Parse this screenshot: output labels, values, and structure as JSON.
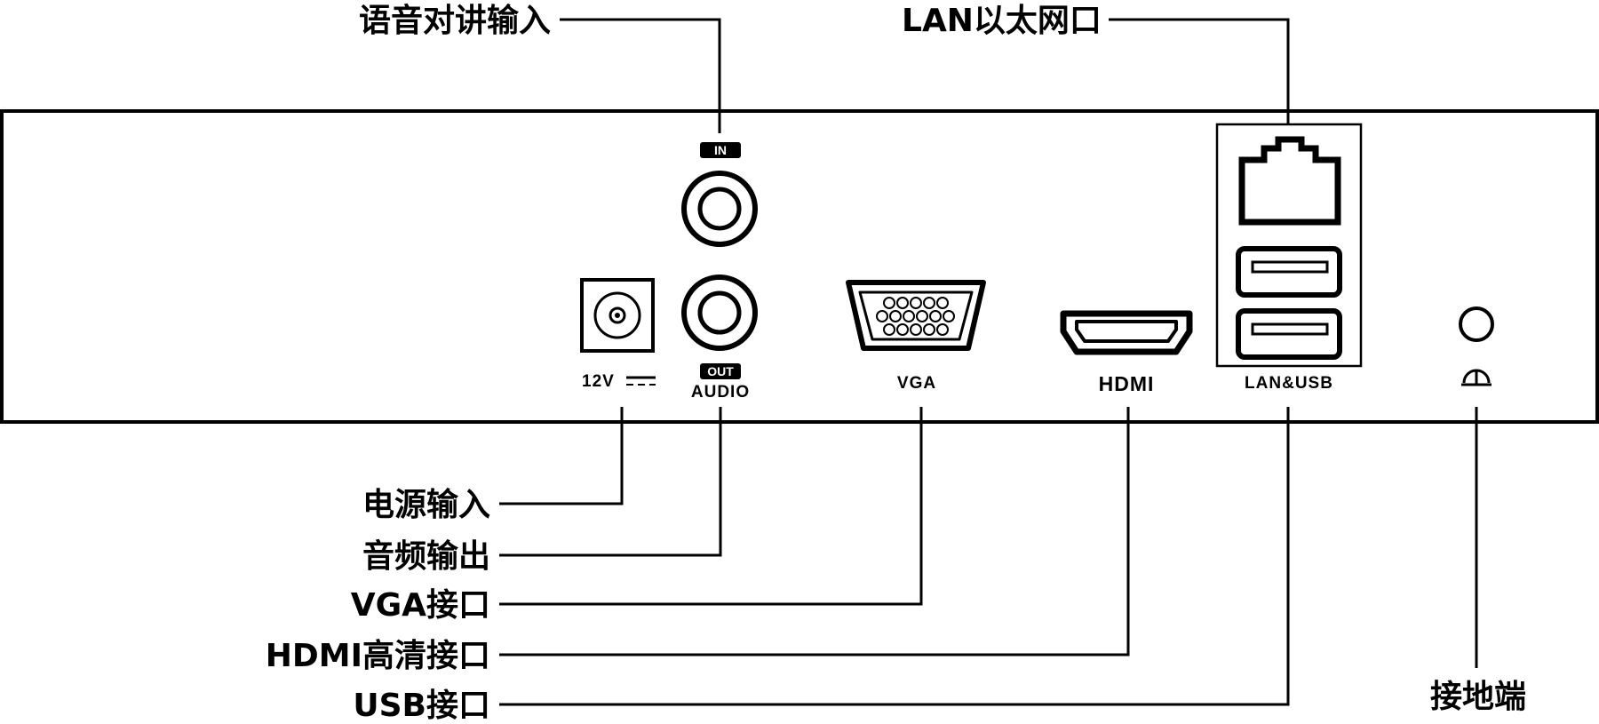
{
  "callouts": {
    "voice_input": "语音对讲输入",
    "lan_port": "LAN以太网口",
    "power_input": "电源输入",
    "audio_output": "音频输出",
    "vga_port": "VGA接口",
    "hdmi_port": "HDMI高清接口",
    "usb_port": "USB接口",
    "ground": "接地端"
  },
  "panel_labels": {
    "in_tag": "IN",
    "out_tag": "OUT",
    "audio": "AUDIO",
    "power": "12V",
    "vga": "VGA",
    "hdmi": "HDMI",
    "lan_usb": "LAN&USB"
  },
  "colors": {
    "line": "#000000",
    "background": "#ffffff"
  }
}
